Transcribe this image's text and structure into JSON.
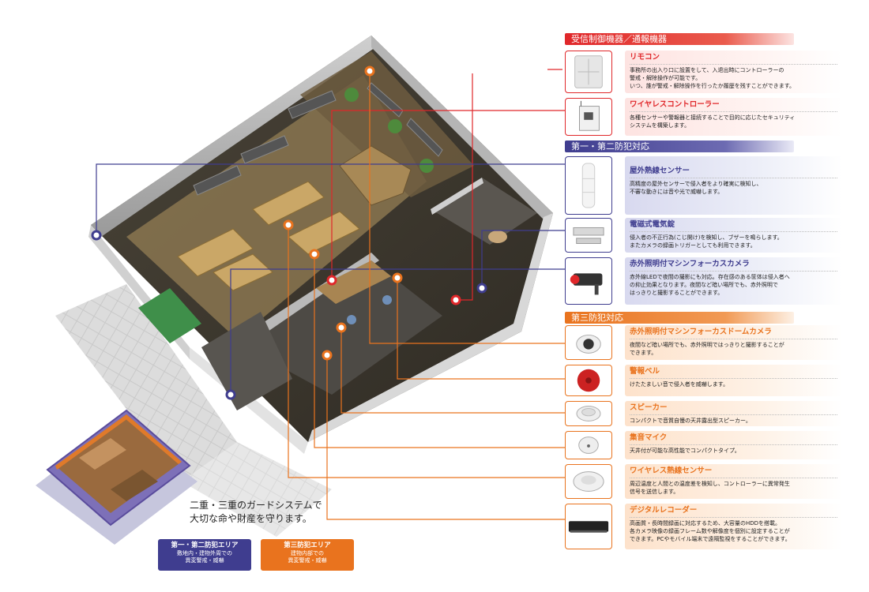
{
  "sections": {
    "control": "受信制御機器／通報機器",
    "first_second": "第一・第二防犯対応",
    "third": "第三防犯対応"
  },
  "items": [
    {
      "id": "remote",
      "title": "リモコン",
      "body": "事務所の出入り口に設置をして、入退出時にコントローラーの\n警戒・解除操作が可能です。\nいつ、誰が警戒・解除操作を行ったか履歴を残すことができます。",
      "color": "red"
    },
    {
      "id": "wireless-controller",
      "title": "ワイヤレスコントローラー",
      "body": "各種センサーや警報器と接続することで目的に応じたセキュリティ\nシステムを構築します。",
      "color": "red"
    },
    {
      "id": "outdoor-sensor",
      "title": "屋外熱線センサー",
      "body": "高精度の屋外センサーで侵入者をより確実に検知し、\n不審な動きには音や光で威嚇します。",
      "color": "blue"
    },
    {
      "id": "magnetic-lock",
      "title": "電磁式電気錠",
      "body": "侵入者の不正行為(こじ開け)を検知し、ブザーを鳴らします。\nまたカメラの録画トリガーとしても利用できます。",
      "color": "blue"
    },
    {
      "id": "ir-camera",
      "title": "赤外照明付マシンフォーカスカメラ",
      "body": "赤外線LEDで夜間の撮影にも対応。存在感のある筐体は侵入者へ\nの抑止効果となります。夜間など暗い場所でも、赤外照明で\nはっきりと撮影することができます。",
      "color": "blue"
    },
    {
      "id": "dome-camera",
      "title": "赤外照明付マシンフォーカスドームカメラ",
      "body": "夜間など暗い場所でも、赤外照明ではっきりと撮影することが\nできます。",
      "color": "orange"
    },
    {
      "id": "bell",
      "title": "警報ベル",
      "body": "けたたましい音で侵入者を威嚇します。",
      "color": "orange"
    },
    {
      "id": "speaker",
      "title": "スピーカー",
      "body": "コンパクトで音質自慢の天井露出型スピーカー。",
      "color": "orange"
    },
    {
      "id": "microphone",
      "title": "集音マイク",
      "body": "天井付が可能な高性能でコンパクトタイプ。",
      "color": "orange"
    },
    {
      "id": "wireless-sensor",
      "title": "ワイヤレス熱線センサー",
      "body": "周辺温度と人間との温度差を検知し、コントローラーに異常発生\n信号を送信します。",
      "color": "orange"
    },
    {
      "id": "recorder",
      "title": "デジタルレコーダー",
      "body": "高画質・長時間録画に対応するため、大容量のHDDを搭載。\n各カメラ映像の録画フレーム数や解像度を個別に設定することが\nできます。PCやモバイル端末で遠隔監視をすることができます。",
      "color": "orange"
    }
  ],
  "caption": "二重・三重のガードシステムで\n大切な命や財産を守ります。",
  "legend": {
    "first_second": {
      "title": "第一・第二防犯エリア",
      "desc": "敷地内・建物外周での\n異変警戒・威嚇",
      "color": "#3f3d8f"
    },
    "third": {
      "title": "第三防犯エリア",
      "desc": "建物内部での\n異変警戒・威嚇",
      "color": "#e9731e"
    }
  },
  "colors": {
    "red": "#e0272a",
    "blue": "#3f3d8f",
    "orange": "#e9731e"
  }
}
